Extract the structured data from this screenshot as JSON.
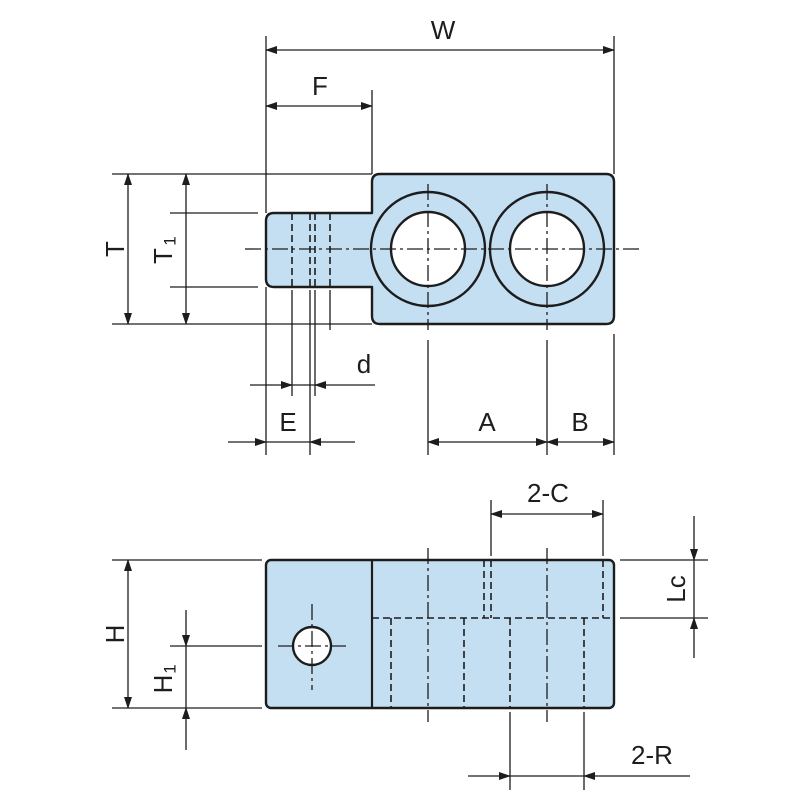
{
  "top_view": {
    "dims": {
      "w": "W",
      "f": "F",
      "t": "T",
      "t1_main": "T",
      "t1_sub": "1",
      "d": "d",
      "e": "E",
      "a": "A",
      "b": "B"
    }
  },
  "front_view": {
    "dims": {
      "c": "2-C",
      "h": "H",
      "h1_main": "H",
      "h1_sub": "1",
      "lc": "Lc",
      "r": "2-R"
    }
  }
}
